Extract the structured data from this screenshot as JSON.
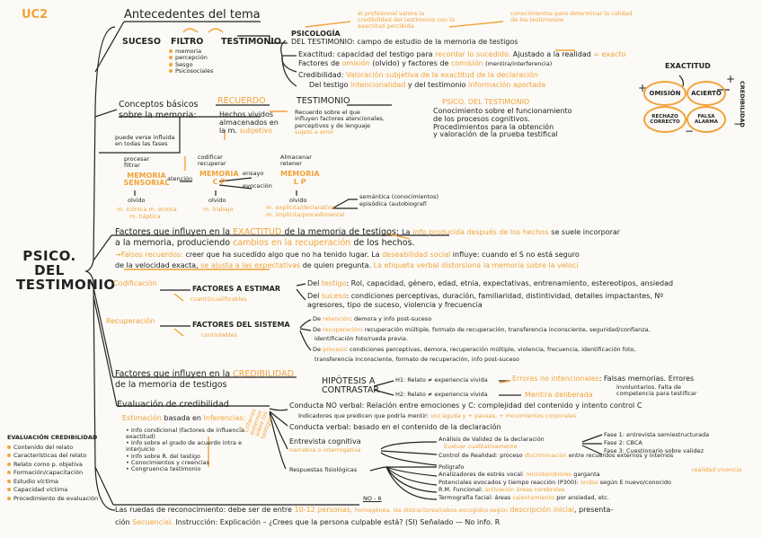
{
  "code": "UC2",
  "root_title": "PSICO. DEL TESTIMONIO",
  "s1": {
    "title": "Antecedentes del tema",
    "suceso": "SUCESO",
    "filtro": "FILTRO",
    "testimonio": "TESTIMONIO",
    "filtro_items": [
      "memoria",
      "percepción",
      "Sesgo",
      "Psicosociales"
    ],
    "psico_label": "PSICOLOGÍA",
    "psico_def": "DEL TESTIMONIO: campo de estudio de la memoria de testigos",
    "note_profesional": "el profesional valora la credibilidad del testimonio con la exactitud percibida",
    "note_conocimientos": "conocimientos para determinar la calidad de los testimonios",
    "exactitud_a": "Exactitud: capacidad del testigo para",
    "exactitud_b": "recordar lo sucedido.",
    "exactitud_c": "Ajustado a la realidad",
    "exactitud_d": "= exacto",
    "factores_a": "Factores de",
    "factores_b": "omisión",
    "factores_c": "(olvido) y factores de",
    "factores_d": "comisión",
    "factores_e": "(mentira/interferencia)",
    "cred_a": "Credibilidad:",
    "cred_b": "Valoración subjetiva de la exactitud de la declaración",
    "cred_c": "Del testigo",
    "cred_d": "intencionalidad",
    "cred_e": "y del testimonio",
    "cred_f": "información aportada"
  },
  "matrix": {
    "exactitud": "EXACTITUD",
    "credibilidad": "CREDIBILIDAD",
    "omision": "OMISIÓN",
    "acierto": "ACIERTO",
    "rechazo": "RECHAZO CORRECTO",
    "falsa": "FALSA ALARMA"
  },
  "s2": {
    "title_a": "Conceptos básicos",
    "title_b": "sobre la memoria:",
    "recuerdo": "RECUERDO",
    "recuerdo_desc_a": "Hechos vividos",
    "recuerdo_desc_b": "almacenados en",
    "recuerdo_desc_c": "la m.",
    "recuerdo_desc_d": "subjetivo",
    "testimonio": "TESTIMONIO",
    "testimonio_desc_a": "Recuerdo sobre el que",
    "testimonio_desc_b": "influyen factores atencionales,",
    "testimonio_desc_c": "perceptivos y de lenguaje",
    "testimonio_desc_d": "sujeto a error",
    "psico_title": "PSICO. DEL TESTIMONIO",
    "psico_1": "Conocimiento sobre el funcionamiento",
    "psico_2": "de los procesos cognitivos.",
    "psico_3": "Procedimientos para la obtención",
    "psico_4": "y valoración de la prueba testifical",
    "influida_a": "puede verse influida",
    "influida_b": "en todas las fases",
    "procesar": "procesar",
    "filtrar": "filtrar",
    "codificar": "codificar",
    "recuperar": "recuperar",
    "almacenar": "Almacenar",
    "retener": "retener",
    "ms": "MEMORIA SENSORIAL",
    "mcp_a": "MEMORIA",
    "mcp_b": "C P",
    "mlp_a": "MEMORIA",
    "mlp_b": "L P",
    "atencion": "atención",
    "ensayo": "ensayo",
    "evocacion": "evocación",
    "olvido": "olvido",
    "ms_sub_a": "m. icónica",
    "ms_sub_b": "m. ecoica",
    "ms_sub_c": "m. háptica",
    "mcp_sub": "m. trabajo",
    "mlp_sub_a": "m. explícita/declarativa",
    "mlp_sub_b": "m. implícita/procedimental",
    "semantica": "semántica (conocimientos)",
    "episodica": "episódica (autobiografí"
  },
  "s3": {
    "title_a": "Factores que influyen en la",
    "title_b": "EXACTITUD",
    "title_c": "de la memoria de testigos:",
    "desc_a": "La",
    "desc_b": "info producida después de los hechos",
    "desc_c": "se suele incorporar",
    "desc_d": "a la memoria, produciendo",
    "desc_e": "cambios en la recuperación",
    "desc_f": "de los hechos.",
    "falsos_a": "→Falsos recuerdos:",
    "falsos_b": "creer que ha sucedido algo que no ha tenido lugar. La",
    "falsos_c": "deseabilidad social",
    "falsos_d": "influye: cuando el S no está seguro",
    "falsos_e": "de la velocidad exacta,",
    "falsos_f": "se ajusta a las expectativas",
    "falsos_g": "de quien pregunta.",
    "falsos_h": "La etiqueta verbal distorsiona la memoria sobre la veloci",
    "codificacion": "Codificación",
    "factores_estimar": "FACTORES A ESTIMAR",
    "cuanti": "cuanti/cualificables",
    "testigo_a": "Del",
    "testigo_b": "testigo",
    "testigo_c": ": Rol, capacidad, género, edad, etnia, expectativas, entrenamiento, estereotipos, ansiedad",
    "suceso_a": "Del",
    "suceso_b": "suceso",
    "suceso_c": ": condiciones perceptivas, duración, familiaridad, distintividad, detalles impactantes, Nº",
    "suceso_d": "agresores, tipo de suceso, violencia y frecuencia",
    "recuperacion": "Recuperación",
    "factores_sistema": "FACTORES DEL SISTEMA",
    "controlables": "controlables",
    "ret_a": "De",
    "ret_b": "retención",
    "ret_c": ": demora y info post-suceso",
    "rec_a": "De",
    "rec_b": "recuperación",
    "rec_c": ": recuperación múltiple, formato de recuperación, transferencia inconsciente, seguridad/confianza,",
    "rec_d": "identificación foto/rueda previa.",
    "proc_a": "De",
    "proc_b": "proceso",
    "proc_c": ": condiciones perceptivas, demora, recuperación múltiple, violencia, frecuencia, identificación foto,",
    "proc_d": "transferencia inconsciente, formato de recuperación, info post-suceso"
  },
  "s4": {
    "title_a": "Factores que influyen en la",
    "title_b": "CREDIBILIDAD",
    "title_c": "de la memoria de testigos",
    "hipotesis_a": "HIPÓTESIS A",
    "hipotesis_b": "CONTRASTAR",
    "h1": "H1: Relato ≠ experiencia vivida",
    "h2": "H2: Relato ≠ experiencia vivida",
    "errores": "Errores no intencionales",
    "errores_desc_a": ": Falsas memorias. Errores",
    "errores_desc_b": "involuntarios. Falta de",
    "errores_desc_c": "competencia para testificar",
    "mentira": "Mentira deliberada"
  },
  "s5": {
    "title": "Evaluación de credibilidad",
    "estimacion_a": "Estimación",
    "estimacion_b": "basada en",
    "estimacion_c": "Inferencias:",
    "inf_items": [
      "Info condicional (factores de influencia exactitud)",
      "Info sobre el grado de acuerdo intra e interjuicio",
      "Info sobre R. del testigo",
      "Conocimientos y creencias",
      "Congruencia testimonio"
    ],
    "criterios": "+ Criterios externos sobre los testigos",
    "cnv_a": "Conducta NO verbal:",
    "cnv_b": "Relación entre emociones y C: complejidad del contenido y intento control C",
    "ind_a": "Indicadores que predicen que podría mentir:",
    "ind_b": "voz aguda y + pausas, + movimientos corporales",
    "cv": "Conducta verbal: basado en el contenido de la declaración",
    "entrevista_a": "Entrevista cognitiva",
    "entrevista_b": "narrativa o interrogativa",
    "analisis_a": "Análisis de Validez de la declaración",
    "analisis_b": "Evaluar cualitativamente",
    "control_a": "Control de Realidad: proceso",
    "control_b": "discriminación",
    "control_c": "entre recuerdos externos y internos",
    "respuestas": "Respuestas fisiológicas",
    "fases": [
      "Fase 1: entrevista semiestructurada",
      "Fase 2: CBCA",
      "Fase 3: Cuestionario sobre validez"
    ],
    "realidad": "realidad vivencia",
    "fisio_a": "Polígrafo",
    "fisio_b": "Analizadores de estrés vocal:",
    "fisio_c": "microtemblores",
    "fisio_d": "garganta",
    "fisio_e": "Potenciales evocados y tiempo reacción (P300):",
    "fisio_f": "ondas",
    "fisio_g": "según E nuevo/conocido",
    "fisio_h": "R.M. Funcional:",
    "fisio_i": "activación áreas cerebrales",
    "fisio_j": "Termografía facial: áreas",
    "fisio_k": "calentamiento",
    "fisio_l": "por ansiedad, etc."
  },
  "s6": {
    "title_a": "Las ruedas de reconocimiento: debe ser de entre",
    "n6": "NO - 6",
    "nums": "10-12 personas,",
    "title_b": "homogénea, los distractores/cebos escogidos según",
    "desc_ini": "descripción inicial",
    "title_c": ", presenta-",
    "cion_a": "ción",
    "cion_b": "Secuencial.",
    "cion_c": "Instrucción: Explicación – ¿Crees que la persona culpable está? (SI) Señalado — No info. R"
  },
  "legend": {
    "title": "EVALUACIÓN CREDIBILIDAD",
    "items": [
      "Contenido del relato",
      "Características del relato",
      "Relato como p. objetiva",
      "Formación/capacitación",
      "Estudio víctima",
      "Capacidad víctima",
      "Procedimiento de evaluación"
    ]
  }
}
